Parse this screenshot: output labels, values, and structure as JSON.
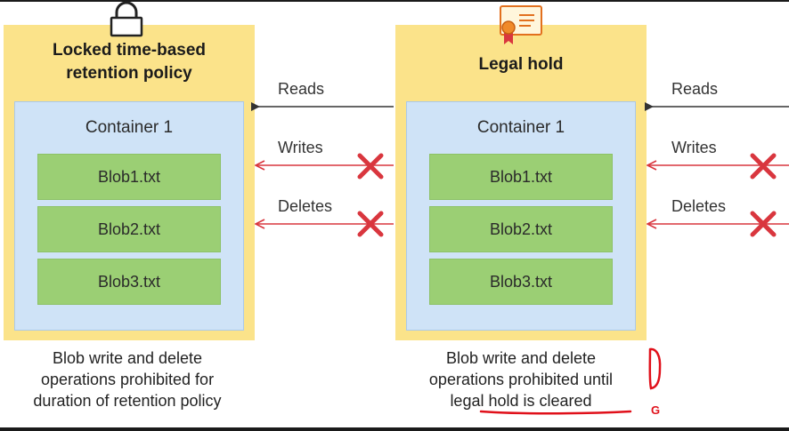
{
  "left": {
    "title_line1": "Locked time-based",
    "title_line2": "retention policy",
    "container_title": "Container 1",
    "blobs": [
      "Blob1.txt",
      "Blob2.txt",
      "Blob3.txt"
    ],
    "caption_line1": "Blob write and delete",
    "caption_line2": "operations prohibited for",
    "caption_line3": "duration of retention policy"
  },
  "right": {
    "title": "Legal hold",
    "container_title": "Container 1",
    "blobs": [
      "Blob1.txt",
      "Blob2.txt",
      "Blob3.txt"
    ],
    "caption_line1": "Blob write and delete",
    "caption_line2": "operations prohibited until",
    "caption_line3": "legal hold is cleared"
  },
  "arrows": {
    "reads": "Reads",
    "writes": "Writes",
    "deletes": "Deletes"
  },
  "handwritten_mark": "G",
  "icons": {
    "left_policy": "lock-icon",
    "right_policy": "certificate-icon",
    "blocked": "red-x-icon"
  },
  "colors": {
    "policy_bg": "#fbe38a",
    "container_bg": "#cfe3f7",
    "blob_bg": "#9bcf74",
    "blocked_arrow": "#d9363e",
    "allowed_arrow": "#333333",
    "annotation": "#e0101a"
  }
}
